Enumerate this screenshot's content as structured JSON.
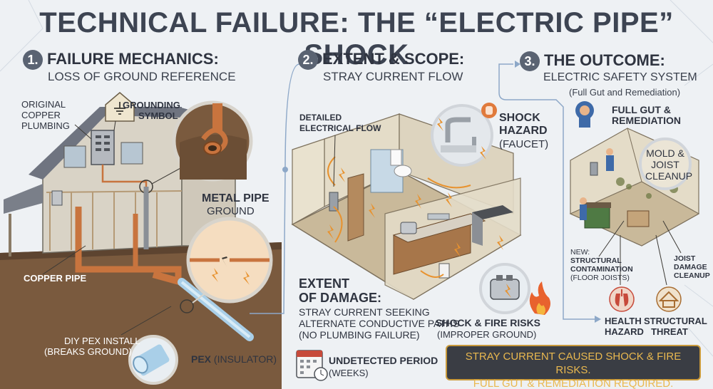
{
  "title": "TECHNICAL FAILURE: THE “ELECTRIC PIPE” SHOCK",
  "section1": {
    "number": "1.",
    "heading": "FAILURE MECHANICS:",
    "subheading": "LOSS OF GROUND REFERENCE",
    "labels": {
      "original_copper": [
        "ORIGINAL",
        "COPPER",
        "PLUMBING"
      ],
      "grounding_symbol": [
        "GROUNDING",
        "SYMBOL"
      ],
      "metal_pipe_title": "METAL PIPE",
      "metal_pipe_sub": "GROUND",
      "copper_pipe": "COPPER PIPE",
      "diy_pex": [
        "DIY PEX INSTALL",
        "(BREAKS GROUND)"
      ],
      "pex_bold": "PEX",
      "pex_rest": "(INSULATOR)"
    }
  },
  "section2": {
    "number": "2.",
    "heading": "EXTENT & SCOPE:",
    "subheading": "STRAY CURRENT FLOW",
    "labels": {
      "detailed_flow": [
        "DETAILED",
        "ELECTRICAL FLOW"
      ],
      "shock_hazard": [
        "SHOCK",
        "HAZARD"
      ],
      "faucet": "(FAUCET)",
      "extent_damage": [
        "EXTENT",
        "OF DAMAGE:"
      ],
      "stray_seeking": [
        "STRAY CURRENT SEEKING",
        "ALTERNATE CONDUCTIVE PATHS",
        "(NO PLUMBING FAILURE)"
      ],
      "shock_fire": "SHOCK & FIRE RISKS",
      "improper_ground": "(IMPROPER GROUND)",
      "undetected": "UNDETECTED PERIOD",
      "weeks": "(WEEKS)"
    }
  },
  "section3": {
    "number": "3.",
    "heading": "THE OUTCOME:",
    "subheading": "ELECTRIC SAFETY SYSTEM",
    "subheading2": "(Full Gut and Remediation)",
    "labels": {
      "full_gut": [
        "FULL GUT &",
        "REMEDIATION"
      ],
      "mold": [
        "MOLD &",
        "JOIST",
        "CLEANUP"
      ],
      "new_contam": [
        "NEW:",
        "STRUCTURAL",
        "CONTAMINATION",
        "(FLOOR JOISTS)"
      ],
      "joist_damage": [
        "JOIST",
        "DAMAGE",
        "CLEANUP"
      ],
      "health_hazard": [
        "HEALTH",
        "HAZARD"
      ],
      "structural_threat": [
        "STRUCTURAL",
        "THREAT"
      ]
    }
  },
  "banner": [
    "STRAY CURRENT CAUSED SHOCK & FIRE RISKS.",
    "FULL GUT & REMEDIATION REQUIRED."
  ],
  "colors": {
    "accent": "#e8922e",
    "copper": "#c8743e",
    "pex": "#a9cfe8",
    "banner_bg": "#3a3d44",
    "banner_text": "#e9b84f"
  }
}
